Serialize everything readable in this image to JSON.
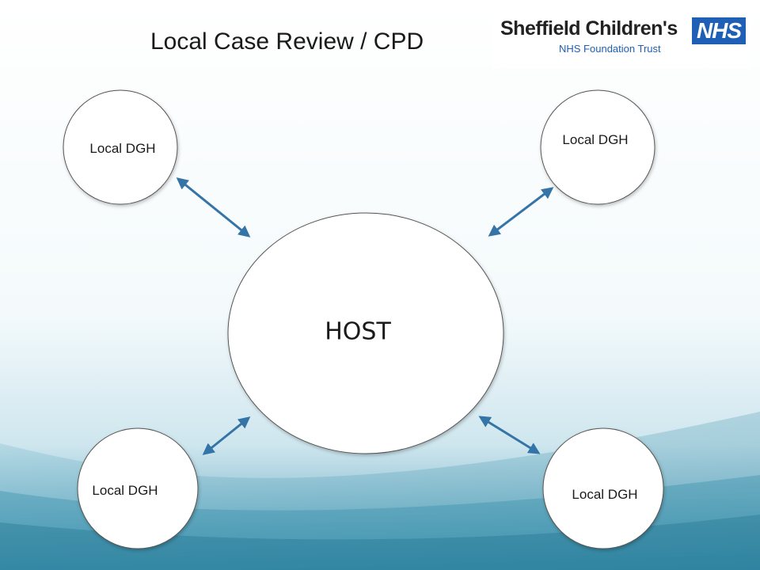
{
  "slide": {
    "title": "Local Case Review / CPD"
  },
  "logo": {
    "name": "Sheffield Children's",
    "subtitle": "NHS Foundation Trust",
    "badge": "NHS"
  },
  "diagram": {
    "hub": {
      "label": "HOST"
    },
    "nodes": [
      {
        "label": "Local DGH"
      },
      {
        "label": "Local DGH"
      },
      {
        "label": "Local DGH"
      },
      {
        "label": "Local DGH"
      }
    ],
    "connections": [
      {
        "from": "Local DGH (top-left)",
        "to": "HOST",
        "direction": "both"
      },
      {
        "from": "Local DGH (top-right)",
        "to": "HOST",
        "direction": "both"
      },
      {
        "from": "Local DGH (bottom-left)",
        "to": "HOST",
        "direction": "both"
      },
      {
        "from": "Local DGH (bottom-right)",
        "to": "HOST",
        "direction": "both"
      }
    ]
  },
  "colors": {
    "arrow": "#3474a7",
    "background_top": "#ffffff",
    "background_bottom": "#2f8aa6",
    "logo_blue": "#1f5fb5"
  }
}
